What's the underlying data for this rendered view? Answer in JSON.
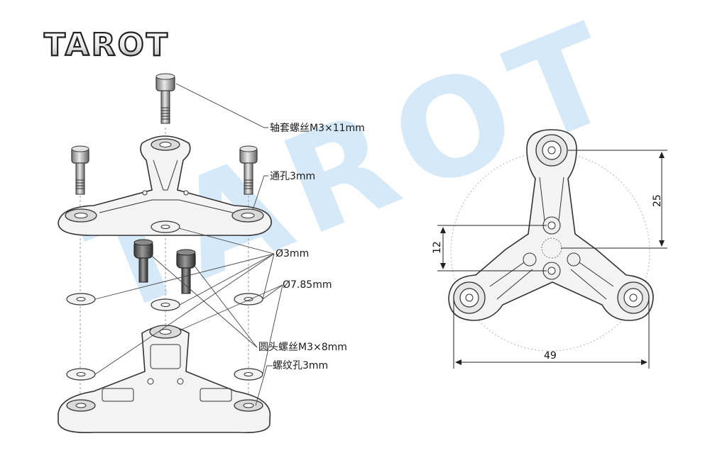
{
  "brand": {
    "logo_text": "TAROT",
    "watermark_text": "TAROT"
  },
  "callouts": [
    {
      "id": "shaft-screw",
      "text": "轴套螺丝M3×11mm"
    },
    {
      "id": "through-hole",
      "text": "通孔3mm"
    },
    {
      "id": "diameter-3",
      "text": "Ø3mm"
    },
    {
      "id": "diameter-785",
      "text": "Ø7.85mm"
    },
    {
      "id": "round-head-screw",
      "text": "圆头螺丝M3×8mm"
    },
    {
      "id": "threaded-hole",
      "text": "螺纹孔3mm"
    }
  ],
  "dimensions": {
    "width": "49",
    "height_upper": "25",
    "hole_spacing": "12"
  },
  "colors": {
    "watermark": "#d6e9f8",
    "line": "#333333",
    "part_fill": "#f3f3f3",
    "logo_face": "#ffffff",
    "logo_outline": "#222222"
  }
}
